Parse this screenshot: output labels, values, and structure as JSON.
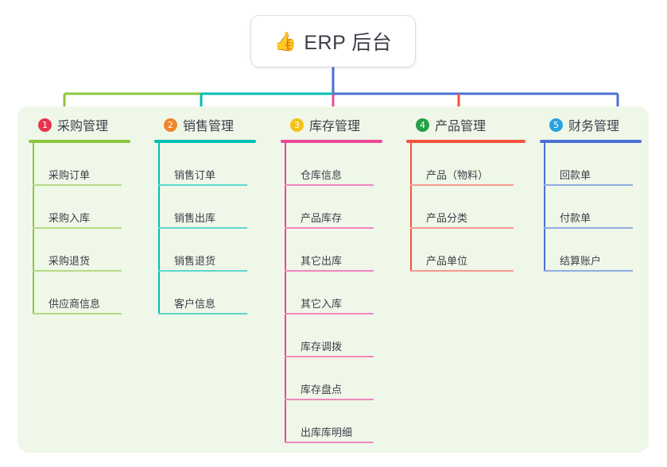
{
  "diagram": {
    "type": "mind-map",
    "root": {
      "icon": "thumbs-up-icon",
      "emoji": "👍",
      "label": "ERP 后台"
    },
    "panel_color": "#eff7e8",
    "trunk_color": "#4a6fd4",
    "branches": [
      {
        "number": "1",
        "title": "采购管理",
        "badge_color": "#e8344e",
        "line_color": "#8cc63e",
        "item_line_color": "#b6da86",
        "items": [
          "采购订单",
          "采购入库",
          "采购退货",
          "供应商信息"
        ]
      },
      {
        "number": "2",
        "title": "销售管理",
        "badge_color": "#f0862a",
        "line_color": "#00bfb3",
        "item_line_color": "#5fd6cd",
        "items": [
          "销售订单",
          "销售出库",
          "销售退货",
          "客户信息"
        ]
      },
      {
        "number": "3",
        "title": "库存管理",
        "badge_color": "#f5c211",
        "line_color": "#ec4899",
        "item_line_color": "#f287bd",
        "items": [
          "仓库信息",
          "产品库存",
          "其它出库",
          "其它入库",
          "库存调拨",
          "库存盘点",
          "出库库明细"
        ]
      },
      {
        "number": "4",
        "title": "产品管理",
        "badge_color": "#24a148",
        "line_color": "#f4513c",
        "item_line_color": "#f79a8d",
        "items": [
          "产品（物料）",
          "产品分类",
          "产品单位"
        ]
      },
      {
        "number": "5",
        "title": "财务管理",
        "badge_color": "#29a3e0",
        "line_color": "#4a6fd4",
        "item_line_color": "#93abe4",
        "items": [
          "回款单",
          "付款单",
          "结算账户"
        ]
      }
    ]
  }
}
